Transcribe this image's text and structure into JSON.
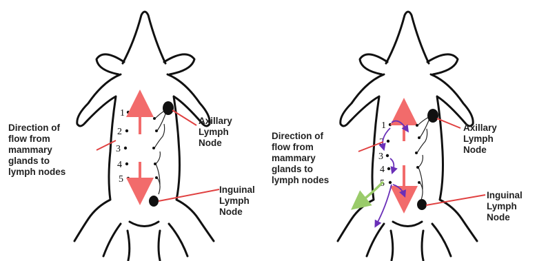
{
  "panels": [
    {
      "id": "left",
      "flow_label": [
        "Direction of",
        "flow from",
        "mammary",
        "glands to",
        "lymph nodes"
      ],
      "axillary_label": [
        "Axillary",
        "Lymph",
        "Node"
      ],
      "inguinal_label": [
        "Inguinal",
        "Lymph",
        "Node"
      ],
      "gland_numbers": [
        "1",
        "2",
        "3",
        "4",
        "5"
      ]
    },
    {
      "id": "right",
      "flow_label": [
        "Direction of",
        "flow from",
        "mammary",
        "glands to",
        "lymph nodes"
      ],
      "axillary_label": [
        "Axillary",
        "Lymph",
        "Node"
      ],
      "inguinal_label": [
        "Inguinal",
        "Lymph",
        "Node"
      ],
      "gland_numbers": [
        "1",
        "2",
        "3",
        "4",
        "5"
      ]
    }
  ],
  "colors": {
    "outline": "#111111",
    "flow_arrow": "#f26b6b",
    "pointer_line": "#e04040",
    "lymph_node": "#111111",
    "alt_route_purple": "#6a2fb8",
    "alt_route_green": "#9acb6a"
  }
}
